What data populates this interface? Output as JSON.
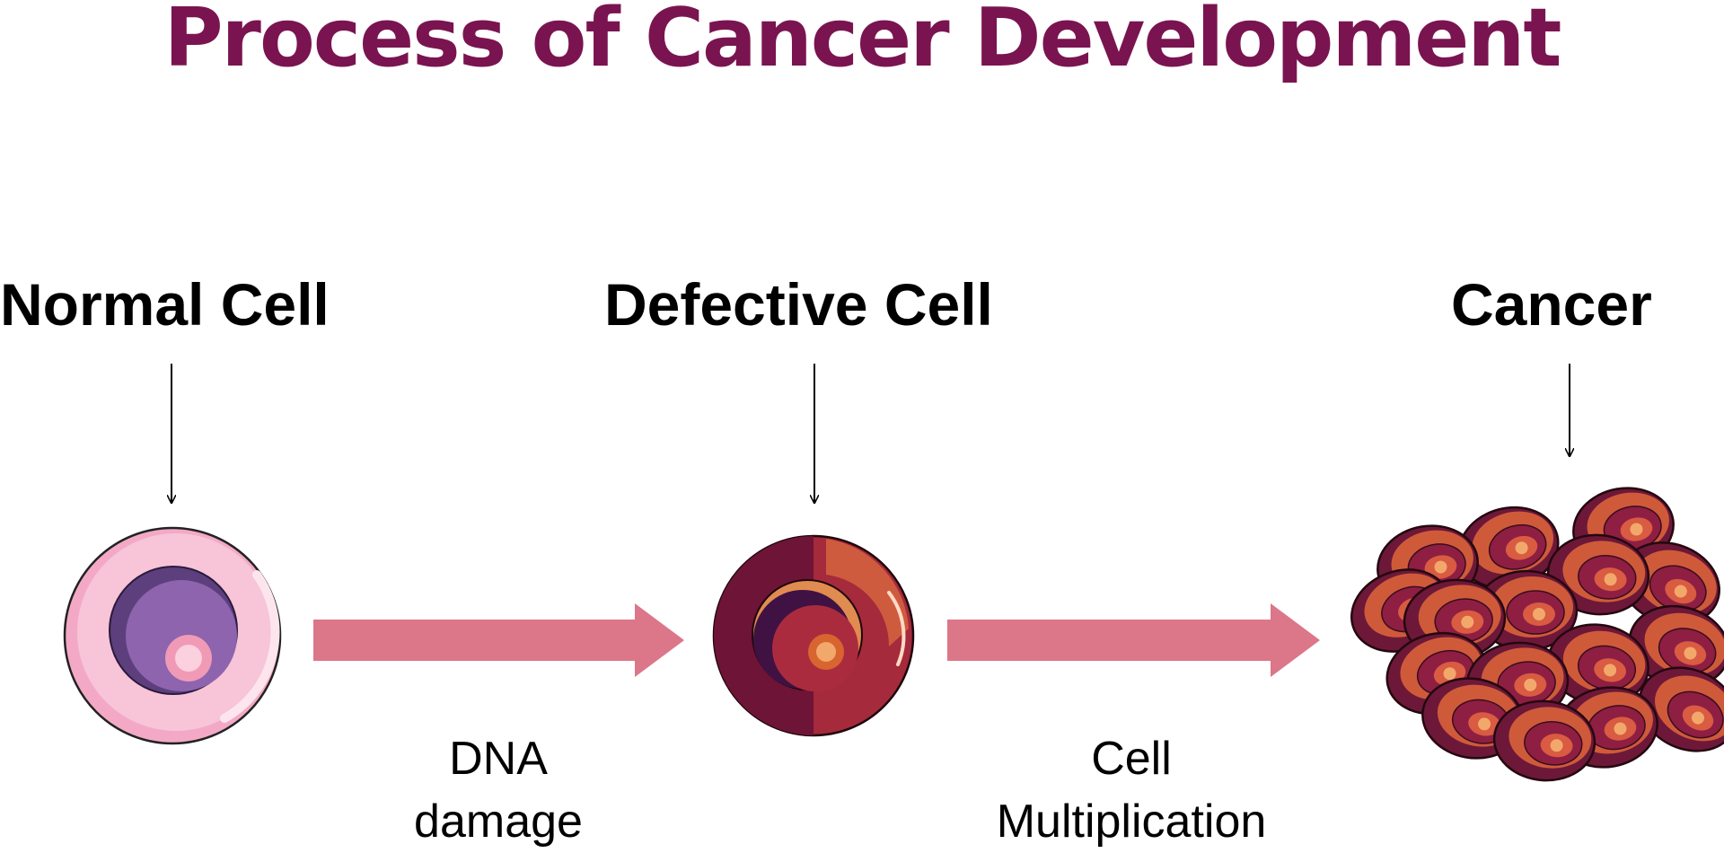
{
  "title": "Process of Cancer Development",
  "colors": {
    "title": "#7a1450",
    "arrow": "#dc7689",
    "text": "#000000"
  },
  "stages": [
    {
      "label": "Normal Cell"
    },
    {
      "label": "Defective Cell"
    },
    {
      "label": "Cancer"
    }
  ],
  "transitions": [
    {
      "line1": "DNA",
      "line2": "damage"
    },
    {
      "line1": "Cell",
      "line2": "Multiplication"
    }
  ]
}
